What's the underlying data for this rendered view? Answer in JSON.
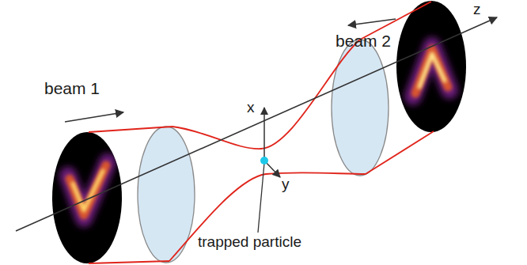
{
  "diagram": {
    "labels": [
      "beam 1",
      "beam 2",
      "x",
      "y",
      "z",
      "trapped particle"
    ]
  }
}
